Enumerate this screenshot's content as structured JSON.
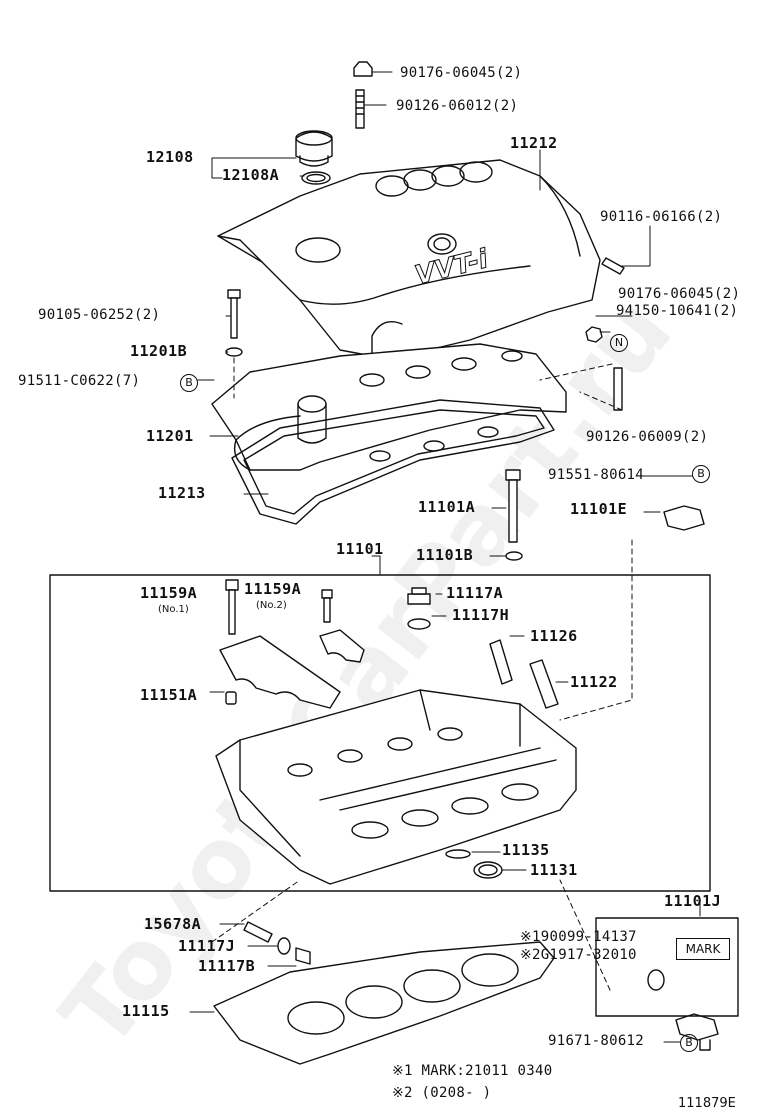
{
  "watermark": "ToyotaCarPart.ru",
  "labels": {
    "p90176_06045": "90176-06045(2)",
    "p90126_06012": "90126-06012(2)",
    "p12108": "12108",
    "p12108A": "12108A",
    "p11212": "11212",
    "p90116_06166": "90116-06166(2)",
    "p90176_06045b": "90176-06045(2)",
    "p94150_10641": "94150-10641(2)",
    "p90105_06252": "90105-06252(2)",
    "p11201B": "11201B",
    "p91511_C0622": "91511-C0622(7)",
    "p11201": "11201",
    "p90126_06009": "90126-06009(2)",
    "p91551_80614": "91551-80614",
    "p11213": "11213",
    "p11101A": "11101A",
    "p11101E": "11101E",
    "p11101B": "11101B",
    "p11101": "11101",
    "p11159A_1": "11159A",
    "p11159A_2": "11159A",
    "p11159A_1_note": "(No.1)",
    "p11159A_2_note": "(No.2)",
    "p11117A": "11117A",
    "p11117H": "11117H",
    "p11126": "11126",
    "p11122": "11122",
    "p11151A": "11151A",
    "p11135": "11135",
    "p11131": "11131",
    "p11101J": "11101J",
    "p15678A": "15678A",
    "p11117J": "11117J",
    "p11117B": "11117B",
    "p11115": "11115",
    "p90099_14137": "※190099-14137",
    "p2G1917_32010": "※2G1917-32010",
    "mark_box": "MARK",
    "p91671_80612": "91671-80612",
    "note1": "※1  MARK:21011  0340",
    "note2": "※2 (0208-      )",
    "code": "111879E"
  },
  "circles": {
    "b1": "B",
    "n1": "N",
    "b2": "B",
    "b3": "B"
  },
  "cover_text": "VVT-i"
}
